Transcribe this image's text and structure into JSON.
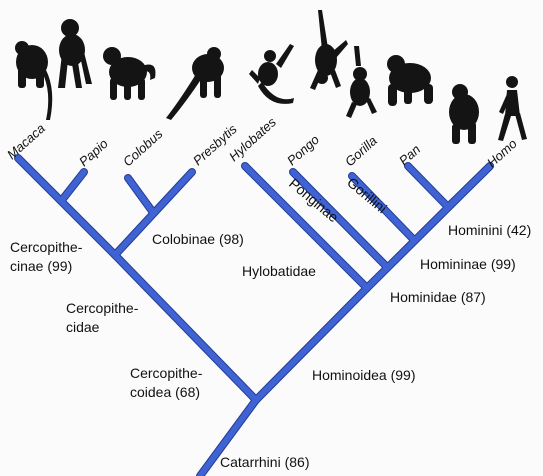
{
  "colors": {
    "branch": "#3f63d2",
    "branch_edge": "#243c94",
    "text": "#111111",
    "silhouette": "#141414"
  },
  "taxa": [
    {
      "name": "Macaca",
      "icon": "macaque-silhouette-icon"
    },
    {
      "name": "Papio",
      "icon": "baboon-silhouette-icon"
    },
    {
      "name": "Colobus",
      "icon": "colobus-silhouette-icon"
    },
    {
      "name": "Presbytis",
      "icon": "langur-silhouette-icon"
    },
    {
      "name": "Hylobates",
      "icon": "gibbon-silhouette-icon"
    },
    {
      "name": "Pongo",
      "icon": "orangutan-silhouette-icon"
    },
    {
      "name": "Gorilla",
      "icon": "gorilla-silhouette-icon"
    },
    {
      "name": "Pan",
      "icon": "chimpanzee-silhouette-icon"
    },
    {
      "name": "Homo",
      "icon": "human-silhouette-icon"
    }
  ],
  "clades": {
    "colobinae": "Colobinae  (98)",
    "cercopithecinae_line1": "Cercopithe-",
    "cercopithecinae_line2": "cinae (99)",
    "cercopithecidae_line1": "Cercopithe-",
    "cercopithecidae_line2": "cidae",
    "cercopithecoidea_line1": "Cercopithe-",
    "cercopithecoidea_line2": "coidea (68)",
    "catarrhini": "Catarrhini (86)",
    "hominoidea": "Hominoidea (99)",
    "hylobatidae": "Hylobatidae",
    "ponginae": "Ponginae",
    "gorillini": "Gorillini",
    "hominini": "Hominini (42)",
    "homininae": "Homininae (99)",
    "hominidae": "Hominidae (87)"
  }
}
